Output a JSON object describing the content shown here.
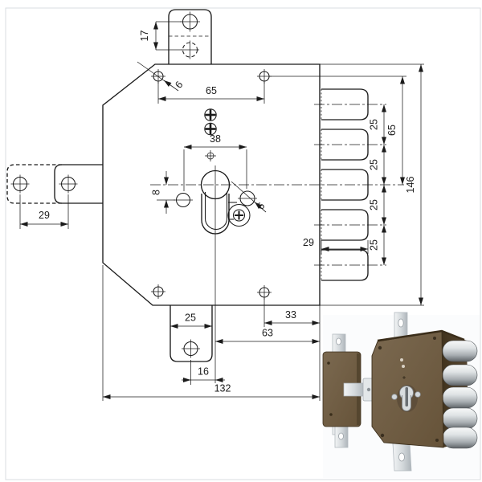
{
  "frame": {
    "border_color": "#d9dde1",
    "background": "#ffffff"
  },
  "drawing": {
    "dims": {
      "top_tab_hole_spacing": "17",
      "top_holes_span": "65",
      "top_hole_diameter": "6",
      "cylinder_side_holes_span": "38",
      "side_hole_offset": "8",
      "side_hole_diameter": "6",
      "left_tab_hole_spacing": "29",
      "bolt_pitch_a": "25",
      "bolt_pitch_b": "25",
      "bolt_pitch_c": "25",
      "bolt_pitch_d": "25",
      "bolt_group_span": "65",
      "body_height": "146",
      "bolt_throw": "29",
      "bottom_hole_to_face": "33",
      "cylinder_axis_to_face": "63",
      "bottom_tab_width": "25",
      "tab_hole_to_cylinder_axis": "16",
      "body_width": "132"
    }
  },
  "photo": {
    "body_color": "#6f5d47",
    "side_color": "#4a3b26",
    "chrome_color": "#dde1e4",
    "background": "#fafbfc"
  }
}
